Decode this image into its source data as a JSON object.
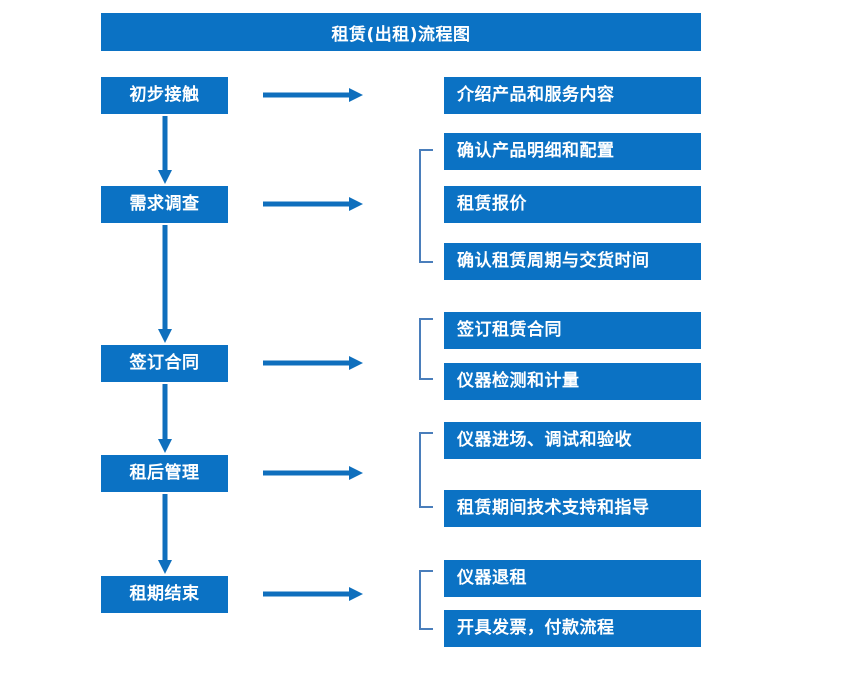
{
  "diagram": {
    "title": "租赁(出租)流程图",
    "colors": {
      "box_fill": "#0b72c4",
      "box_text": "#ffffff",
      "arrow": "#0f6fbd",
      "bracket": "#4a7ebb",
      "background": "#ffffff"
    },
    "stages": [
      {
        "id": "stage-1",
        "label": "初步接触"
      },
      {
        "id": "stage-2",
        "label": "需求调查"
      },
      {
        "id": "stage-3",
        "label": "签订合同"
      },
      {
        "id": "stage-4",
        "label": "租后管理"
      },
      {
        "id": "stage-5",
        "label": "租期结束"
      }
    ],
    "details": [
      {
        "id": "detail-1",
        "label": "介绍产品和服务内容",
        "group": 1
      },
      {
        "id": "detail-2",
        "label": "确认产品明细和配置",
        "group": 2
      },
      {
        "id": "detail-3",
        "label": "租赁报价",
        "group": 2
      },
      {
        "id": "detail-4",
        "label": "确认租赁周期与交货时间",
        "group": 2
      },
      {
        "id": "detail-5",
        "label": "签订租赁合同",
        "group": 3
      },
      {
        "id": "detail-6",
        "label": "仪器检测和计量",
        "group": 3
      },
      {
        "id": "detail-7",
        "label": "仪器进场、调试和验收",
        "group": 4
      },
      {
        "id": "detail-8",
        "label": "租赁期间技术支持和指导",
        "group": 4
      },
      {
        "id": "detail-9",
        "label": "仪器退租",
        "group": 5
      },
      {
        "id": "detail-10",
        "label": "开具发票，付款流程",
        "group": 5
      }
    ],
    "connectors": {
      "horizontal_arrow_count": 5,
      "vertical_arrow_count": 4,
      "bracket_count": 4
    }
  }
}
